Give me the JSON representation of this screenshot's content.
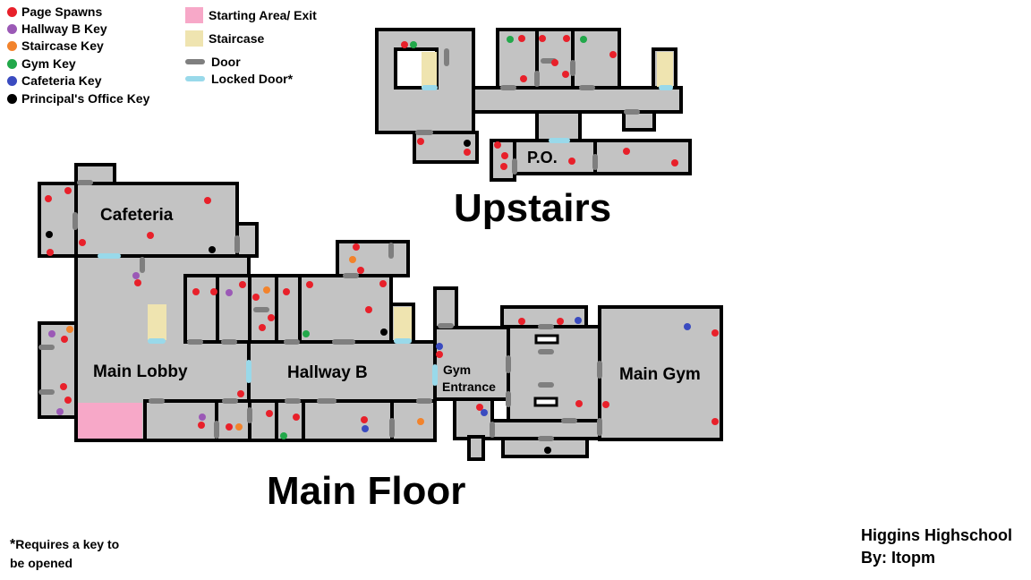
{
  "legend": {
    "page_spawns": "Page Spawns",
    "hallway_b_key": "Hallway B Key",
    "staircase_key": "Staircase Key",
    "gym_key": "Gym Key",
    "cafeteria_key": "Cafeteria Key",
    "principal_key": "Principal's Office Key",
    "starting_area": "Starting Area/ Exit",
    "staircase": "Staircase",
    "door": "Door",
    "locked_door": "Locked Door*"
  },
  "colors": {
    "page": "#e8202a",
    "hallway_b_key": "#9b59b6",
    "staircase_key": "#f2832c",
    "gym_key": "#22a84a",
    "cafeteria_key": "#3a4bc0",
    "principal_key": "#000000",
    "floor": "#c3c3c3",
    "wall": "#000000",
    "start": "#f7a8c8",
    "stair": "#efe4b0",
    "door": "#7f7f7f",
    "locked": "#99d9ea"
  },
  "labels": {
    "cafeteria": "Cafeteria",
    "main_lobby": "Main Lobby",
    "hallway_b": "Hallway B",
    "gym_entrance_1": "Gym",
    "gym_entrance_2": "Entrance",
    "main_gym": "Main Gym",
    "po": "P.O."
  },
  "titles": {
    "upstairs": "Upstairs",
    "main_floor": "Main Floor"
  },
  "footnote": {
    "star": "*",
    "line1": "Requires a key to",
    "line2": "be opened"
  },
  "credit": {
    "title": "Higgins Highschool",
    "author": "By: Itopm"
  }
}
